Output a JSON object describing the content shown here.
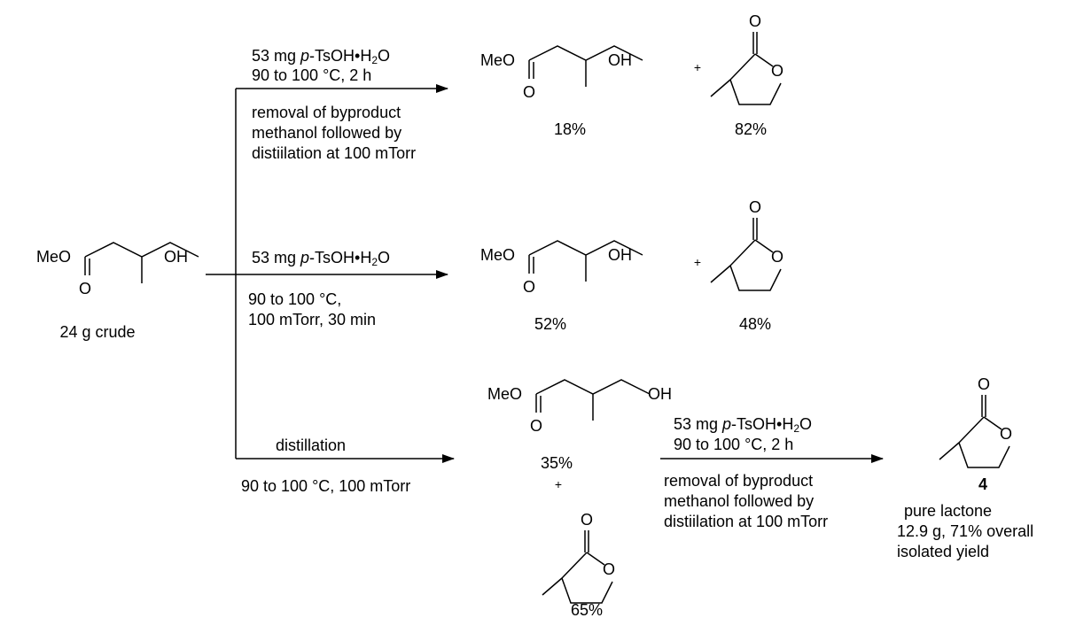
{
  "starting_material": {
    "ester_label": "MeO",
    "carbonyl_label": "O",
    "hydroxyl_label": "OH",
    "amount": "24 g crude"
  },
  "route_1": {
    "reagent_amount": "53 mg ",
    "reagent_prefix": "p",
    "reagent_rest": "-TsOH•H",
    "reagent_sub": "2",
    "reagent_tail": "O",
    "conditions": "90 to 100 °C, 2 h",
    "workup": [
      "removal of byproduct",
      "methanol followed by",
      "distiilation at 100 mTorr"
    ],
    "product_ester_yield": "18%",
    "plus": "+",
    "product_lactone_yield": "82%"
  },
  "route_2": {
    "reagent_amount": "53 mg ",
    "reagent_prefix": "p",
    "reagent_rest": "-TsOH•H",
    "reagent_sub": "2",
    "reagent_tail": "O",
    "conditions": [
      "90 to 100 °C,",
      "100 mTorr, 30 min"
    ],
    "product_ester_yield": "52%",
    "plus": "+",
    "product_lactone_yield": "48%"
  },
  "route_3": {
    "step1_label": "distillation",
    "step1_conditions": "90 to 100 °C, 100 mTorr",
    "intermediate_ester_yield": "35%",
    "plus": "+",
    "intermediate_lactone_yield": "65%",
    "reagent_amount": "53 mg ",
    "reagent_prefix": "p",
    "reagent_rest": "-TsOH•H",
    "reagent_sub": "2",
    "reagent_tail": "O",
    "conditions": "90 to 100 °C, 2 h",
    "workup": [
      "removal of byproduct",
      "methanol followed by",
      "distiilation at 100 mTorr"
    ]
  },
  "final_product": {
    "compound_number": "4",
    "description": [
      "pure lactone",
      "12.9 g, 71% overall",
      "isolated yield"
    ]
  },
  "atoms": {
    "ester_o": "MeO",
    "carbonyl_o": "O",
    "hydroxyl": "OH",
    "ring_o": "O"
  }
}
